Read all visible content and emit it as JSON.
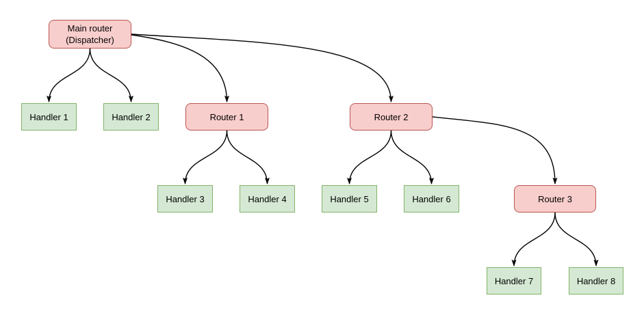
{
  "colors": {
    "router_fill": "#f8cecc",
    "router_border": "#b85450",
    "handler_fill": "#d5e8d4",
    "handler_border": "#82b366",
    "edge": "#000000",
    "background": "#ffffff",
    "text": "#000000"
  },
  "diagram": {
    "nodes": [
      {
        "id": "main-router",
        "type": "router",
        "label": "Main router\n(Dispatcher)"
      },
      {
        "id": "handler-1",
        "type": "handler",
        "label": "Handler 1"
      },
      {
        "id": "handler-2",
        "type": "handler",
        "label": "Handler 2"
      },
      {
        "id": "router-1",
        "type": "router",
        "label": "Router 1"
      },
      {
        "id": "router-2",
        "type": "router",
        "label": "Router 2"
      },
      {
        "id": "handler-3",
        "type": "handler",
        "label": "Handler 3"
      },
      {
        "id": "handler-4",
        "type": "handler",
        "label": "Handler 4"
      },
      {
        "id": "handler-5",
        "type": "handler",
        "label": "Handler 5"
      },
      {
        "id": "handler-6",
        "type": "handler",
        "label": "Handler 6"
      },
      {
        "id": "router-3",
        "type": "router",
        "label": "Router 3"
      },
      {
        "id": "handler-7",
        "type": "handler",
        "label": "Handler 7"
      },
      {
        "id": "handler-8",
        "type": "handler",
        "label": "Handler 8"
      }
    ],
    "edges": [
      {
        "from": "main-router",
        "to": "handler-1"
      },
      {
        "from": "main-router",
        "to": "handler-2"
      },
      {
        "from": "main-router",
        "to": "router-1"
      },
      {
        "from": "main-router",
        "to": "router-2"
      },
      {
        "from": "router-1",
        "to": "handler-3"
      },
      {
        "from": "router-1",
        "to": "handler-4"
      },
      {
        "from": "router-2",
        "to": "handler-5"
      },
      {
        "from": "router-2",
        "to": "handler-6"
      },
      {
        "from": "router-2",
        "to": "router-3"
      },
      {
        "from": "router-3",
        "to": "handler-7"
      },
      {
        "from": "router-3",
        "to": "handler-8"
      }
    ]
  }
}
